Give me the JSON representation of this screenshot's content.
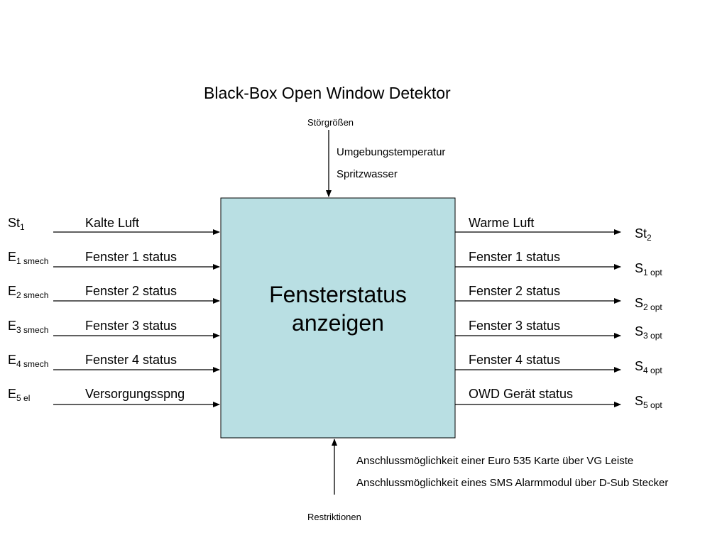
{
  "title": "Black-Box Open Window Detektor",
  "disturbances": {
    "label": "Störgrößen",
    "items": [
      "Umgebungstemperatur",
      "Spritzwasser"
    ]
  },
  "restrictions": {
    "label": "Restriktionen",
    "items": [
      "Anschlussmöglichkeit einer Euro 535 Karte über VG Leiste",
      "Anschlussmöglichkeit eines SMS Alarmmodul über D-Sub Stecker"
    ]
  },
  "box": {
    "line1": "Fensterstatus",
    "line2": "anzeigen",
    "fill": "#b9dfe3"
  },
  "inputs": [
    {
      "var": "St",
      "sub": "1",
      "label": "Kalte Luft"
    },
    {
      "var": "E",
      "sub": "1 smech",
      "label": "Fenster 1 status"
    },
    {
      "var": "E",
      "sub": "2 smech",
      "label": "Fenster 2 status"
    },
    {
      "var": "E",
      "sub": "3 smech",
      "label": "Fenster 3 status"
    },
    {
      "var": "E",
      "sub": "4 smech",
      "label": "Fenster 4 status"
    },
    {
      "var": "E",
      "sub": "5 el",
      "label": "Versorgungsspng"
    }
  ],
  "outputs": [
    {
      "var": "St",
      "sub": "2",
      "label": "Warme Luft"
    },
    {
      "var": "S",
      "sub": "1 opt",
      "label": "Fenster 1 status"
    },
    {
      "var": "S",
      "sub": "2 opt",
      "label": "Fenster 2 status"
    },
    {
      "var": "S",
      "sub": "3 opt",
      "label": "Fenster 3 status"
    },
    {
      "var": "S",
      "sub": "4 opt",
      "label": "Fenster 4 status"
    },
    {
      "var": "S",
      "sub": "5 opt",
      "label": "OWD Gerät status"
    }
  ]
}
